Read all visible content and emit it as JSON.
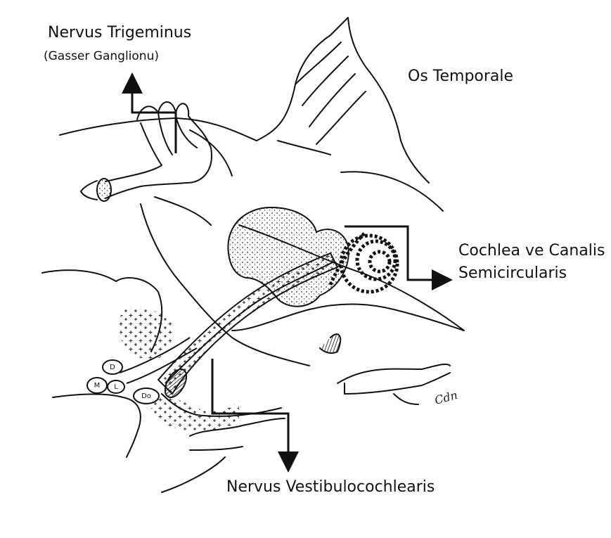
{
  "labels": {
    "trigeminus": "Nervus Trigeminus",
    "gasser": "(Gasser Ganglionu)",
    "temporale": "Os Temporale",
    "cochlea_line1": "Cochlea ve Canalis",
    "cochlea_line2": "Semicircularis",
    "vestibulo": "Nervus Vestibulocochlearis"
  },
  "nerve_markers": [
    "D",
    "M",
    "L",
    "Do"
  ],
  "signature": "Cdn",
  "colors": {
    "ink": "#111111",
    "stipple": "#333333",
    "background": "#ffffff"
  }
}
